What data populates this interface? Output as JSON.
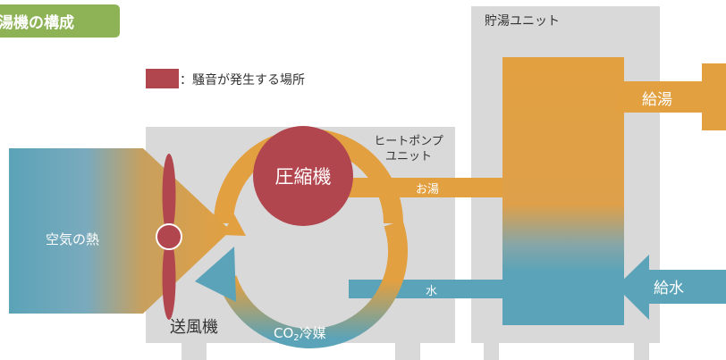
{
  "header": {
    "title": "湯機の構成"
  },
  "legend": {
    "text": "：騒音が発生する場所",
    "color": "#b2464f"
  },
  "labels": {
    "storage_unit": "貯湯ユニット",
    "heat_pump_line1": "ヒートポンプ",
    "heat_pump_line2": "ユニット",
    "air_heat": "空気の熱",
    "compressor": "圧縮機",
    "blower": "送風機",
    "refrigerant_co": "CO",
    "refrigerant_sub": "2",
    "refrigerant_rest": "冷媒",
    "hot_water": "お湯",
    "water": "水",
    "hot_water_supply": "給湯",
    "water_supply": "給水"
  },
  "colors": {
    "title_bar": "#8db356",
    "unit_box": "#d9d9da",
    "orange": "#e2a040",
    "teal": "#5ba3b8",
    "noise": "#b2464f"
  }
}
